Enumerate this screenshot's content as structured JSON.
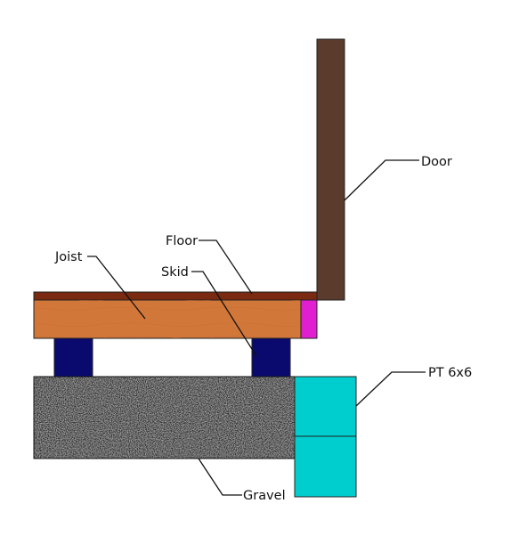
{
  "labels": {
    "door": "Door",
    "floor": "Floor",
    "joist": "Joist",
    "skid": "Skid",
    "pt6x6": "PT 6x6",
    "gravel": "Gravel"
  },
  "colors": {
    "door": "#5a3b2c",
    "floor": "#7a2a10",
    "joist": "#d2773a",
    "rim": "#e020d0",
    "skid": "#0a0a6e",
    "gravel": "#2e2e2e",
    "pt": "#00cdcd"
  }
}
